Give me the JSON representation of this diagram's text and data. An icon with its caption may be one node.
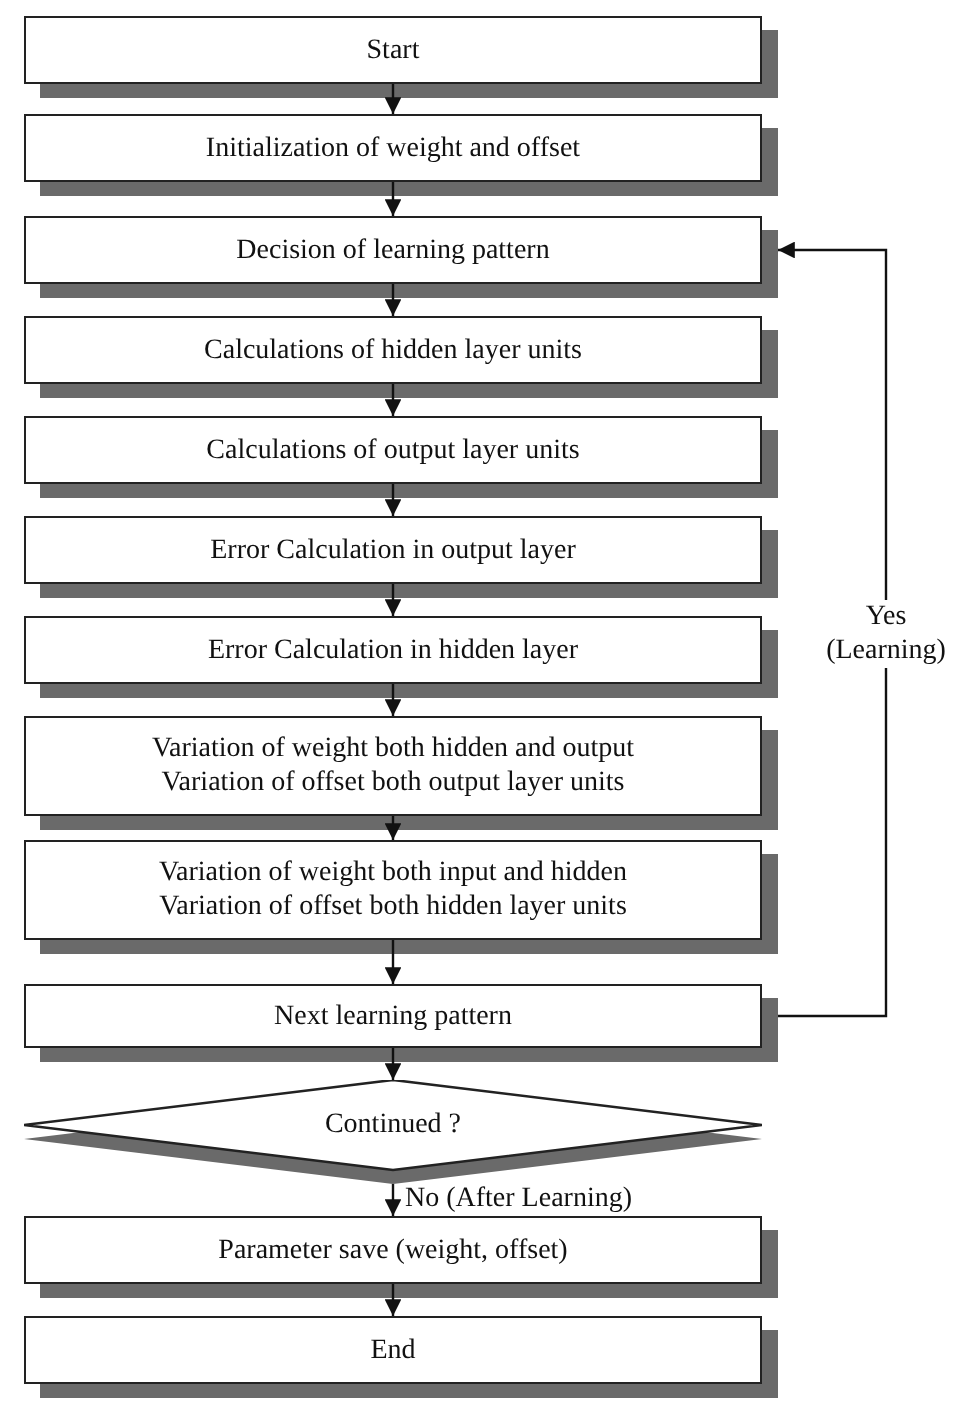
{
  "diagram": {
    "nodes": [
      {
        "text": [
          "Start"
        ]
      },
      {
        "text": [
          "Initialization of weight and offset"
        ]
      },
      {
        "text": [
          "Decision of learning pattern"
        ]
      },
      {
        "text": [
          "Calculations of hidden layer units"
        ]
      },
      {
        "text": [
          "Calculations of output layer units"
        ]
      },
      {
        "text": [
          "Error Calculation in output layer"
        ]
      },
      {
        "text": [
          "Error Calculation in hidden layer"
        ]
      },
      {
        "text": [
          "Variation of weight both hidden and output",
          "Variation of offset both output layer units"
        ]
      },
      {
        "text": [
          "Variation of weight both input and hidden",
          "Variation of offset both hidden layer units"
        ]
      },
      {
        "text": [
          "Next learning pattern"
        ]
      },
      {
        "text": [
          "Continued ?"
        ]
      },
      {
        "text": [
          "Parameter save (weight, offset)"
        ]
      },
      {
        "text": [
          "End"
        ]
      }
    ],
    "edges": [
      {
        "from": 0,
        "to": 1,
        "arrow": "to"
      },
      {
        "from": 1,
        "to": 2,
        "arrow": "to"
      },
      {
        "from": 2,
        "to": 3,
        "arrow": "to"
      },
      {
        "from": 3,
        "to": 4,
        "arrow": "to"
      },
      {
        "from": 4,
        "to": 5,
        "arrow": "to"
      },
      {
        "from": 5,
        "to": 6,
        "arrow": "to"
      },
      {
        "from": 6,
        "to": 7,
        "arrow": "to"
      },
      {
        "from": 7,
        "to": 8,
        "arrow": "to"
      },
      {
        "from": 8,
        "to": 9,
        "arrow": "to"
      },
      {
        "from": 9,
        "to": 10,
        "arrow": "to"
      },
      {
        "from": 10,
        "to": 11,
        "arrow": "to",
        "label": "No (After Learning)"
      },
      {
        "from": 11,
        "to": 12,
        "arrow": "to"
      },
      {
        "from": 9,
        "to": 2,
        "arrow": "to",
        "label": "Yes (Learning)"
      }
    ]
  }
}
